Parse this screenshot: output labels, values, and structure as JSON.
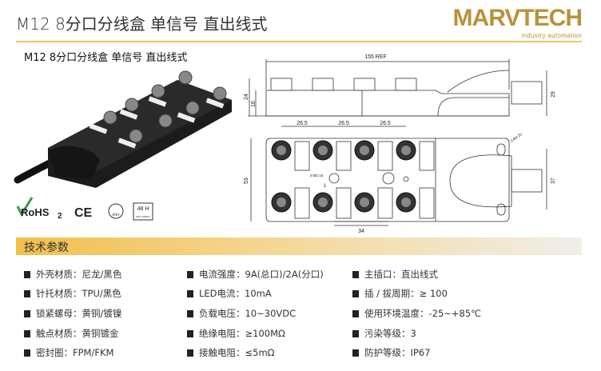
{
  "header": {
    "title": "M12 8分口分线盒 单信号 直出线式",
    "logo_main": "MARVTECH",
    "logo_sub": "industry automation",
    "subtitle": "M12 8分口分线盒 单信号 直出线式"
  },
  "certifications": {
    "rohs": "RoHS",
    "rohs_sub": "2",
    "ce": "CE",
    "ip": "IP67",
    "salt_top": "48 H",
    "salt_bottom": "SALT SPRAY"
  },
  "drawing": {
    "length_ref": "155 REF",
    "height_24": "24",
    "height_16": "16",
    "height_29": "29",
    "pitch_1": "26.5",
    "pitch_2": "26.5",
    "pitch_3": "26.5",
    "width_53": "53",
    "hole_spacing_34": "34",
    "mount_37": "37",
    "hole_label_a": "2-Ø2.15",
    "hole_label_b": "2-Ø2.25",
    "dim_1": "1"
  },
  "specs": {
    "section_title": "技术参数",
    "columns": [
      [
        "外壳材质：尼龙/黑色",
        "针托材质：TPU/黑色",
        "锁紧螺母：黄铜/镀镍",
        "触点材质：黄铜镀金",
        "密封圈：FPM/FKM"
      ],
      [
        "电流强度：9A(总口)/2A(分口)",
        "LED电流：10mA",
        "负载电压：10~30VDC",
        "绝缘电阻：≥100MΩ",
        "接触电阻：≤5mΩ"
      ],
      [
        "主插口：直出线式",
        "插 / 拔周期：≥ 100",
        "使用环境温度：-25~+85℃",
        "污染等级：3",
        "防护等级：IP67"
      ]
    ]
  },
  "colors": {
    "accent": "#f0c35a",
    "logo": "#b8923a"
  }
}
